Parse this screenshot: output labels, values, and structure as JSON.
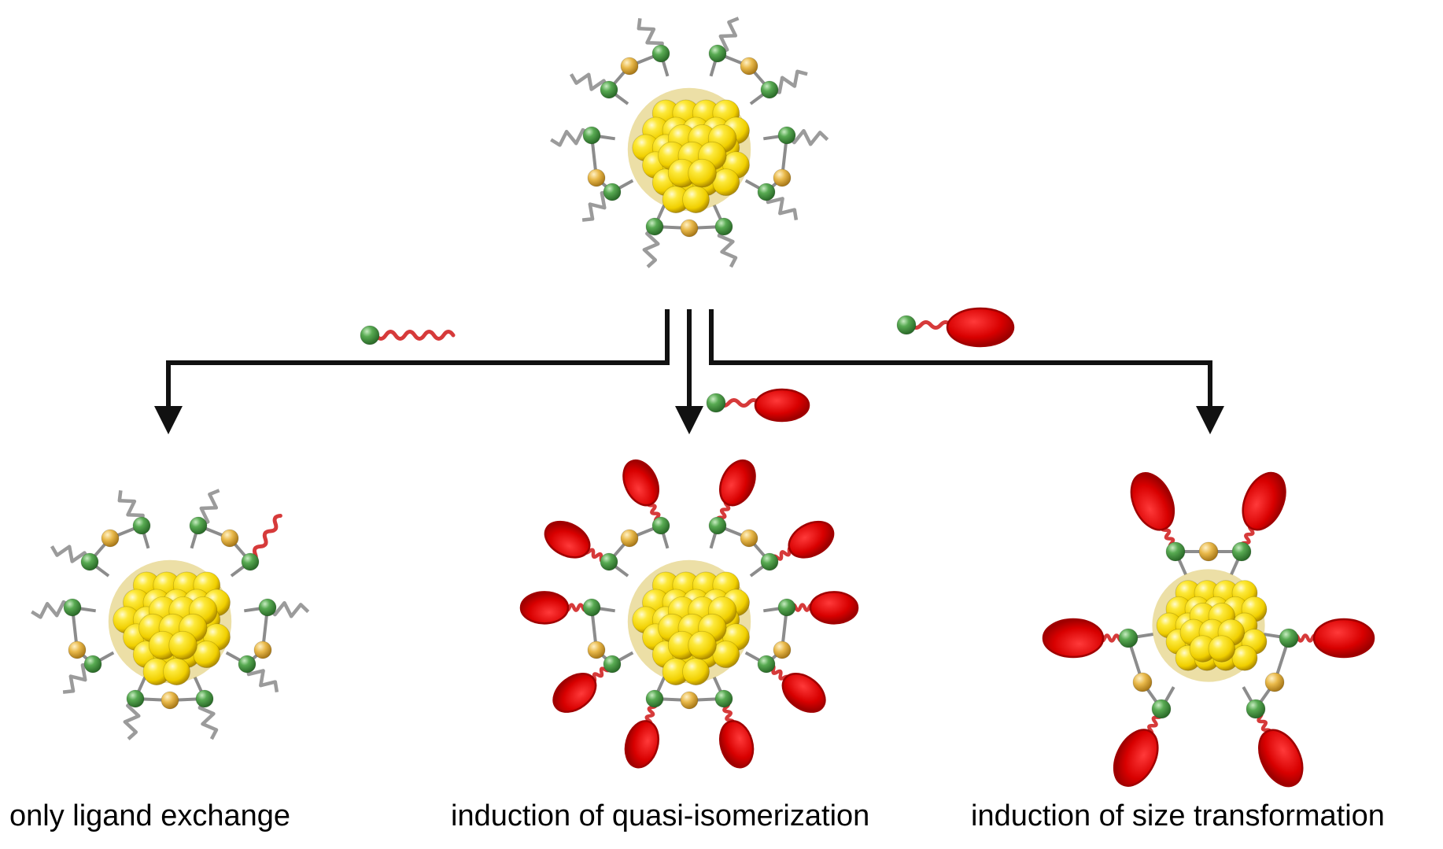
{
  "figure": {
    "captions": [
      {
        "id": "left",
        "text": "only ligand exchange"
      },
      {
        "id": "middle",
        "text": "induction of quasi-isomerization"
      },
      {
        "id": "right",
        "text": "induction of size transformation"
      }
    ]
  },
  "clusters": [
    {
      "id": "parent-cluster",
      "ligand": "thiolate-chain"
    },
    {
      "id": "exchanged-cluster",
      "ligand": "thiolate-chain"
    },
    {
      "id": "isomer-cluster",
      "ligand": "bulky-ligand"
    },
    {
      "id": "smaller-cluster",
      "ligand": "bulky-ligand"
    }
  ],
  "reagents": [
    {
      "id": "chain-thiol",
      "type": "chain"
    },
    {
      "id": "bulky-thiol-middle",
      "type": "bulky"
    },
    {
      "id": "bulky-thiol-right",
      "type": "bulky"
    }
  ],
  "colors": {
    "gold": "#f4d400",
    "gold_dark": "#d6a800",
    "sulfur": "#4e9c49",
    "staple_gold": "#e5b440",
    "grey_ligand": "#9b9b9b",
    "red_ligand": "#d63a3a",
    "bulky_red": "#d40000",
    "bond": "#8c8c8c",
    "arrow": "#111111"
  }
}
